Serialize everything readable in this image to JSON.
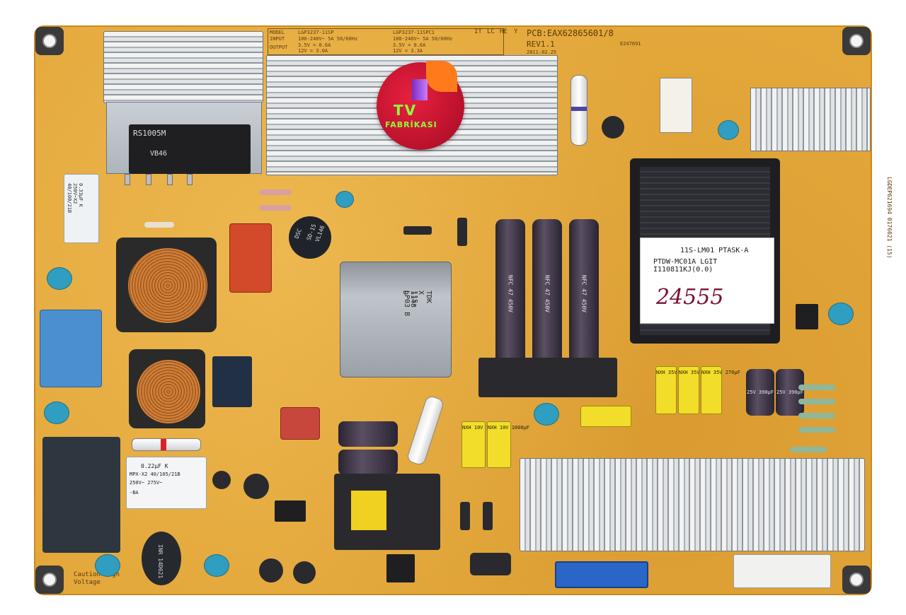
{
  "board": {
    "pcb_code": "PCB:EAX62865601/8",
    "revision": "REV1.1",
    "date": "2011.02.25",
    "label_line1": "11S-LM01 PTASK-A",
    "label_line2": "PTDW-MC01A LGIT I110811KJ(0.0)",
    "handwritten_number": "24555",
    "side_code": "LGDEP621694 0176021 (15)",
    "transformer_text": "11S-LP03  B",
    "transformer_text2": "TDK X 1148 D",
    "bridge_label": "RS1005M",
    "bridge_code": "VB46",
    "dsc_label1": "DSC",
    "dsc_label2": "SD-15",
    "dsc_label3": "VL146",
    "film_cap_top": "0.33µF K\n250V~X2\n40/100/21B",
    "film_cap_bottom_line1": "0.22µF    K",
    "film_cap_bottom_line2": "MPX-X2 40/105/21B",
    "film_cap_bottom_line3": "250V~     275V~",
    "film_cap_bottom_line4": "-BA",
    "caution_text": "Caution High Voltage",
    "ntc_text": "INR 14D621",
    "model_table": [
      "MODEL",
      "INPUT",
      "OUTPUT",
      "LGP3237-11SP",
      "100-240V~ 5A 50/60Hz",
      "3.5V = 0.6A",
      "12V = 3.0A",
      "LGP3237-11SPC1",
      "100-240V~ 5A 50/60Hz",
      "3.5V = 0.6A",
      "12V = 3.3A"
    ],
    "country_codes": [
      "IT",
      "LC",
      "HE",
      "Y"
    ],
    "cert_text": "E247691",
    "big_caps": [
      "NFC 47 450V",
      "NFC 47 450V",
      "NFC 47 450V"
    ],
    "yellow_caps": [
      "NXH 35V 270µF",
      "NXH 35V 270µF",
      "NXH 35V 270µF",
      "NXH 10V 1000µF",
      "NXH 10V 1000µF"
    ],
    "dark_caps": [
      "25V 390µF",
      "25V 390µF"
    ]
  },
  "watermark": {
    "text_top": "TV",
    "text_bottom": "FABRİKASI"
  },
  "colors": {
    "pcb": "#e3a73a",
    "heatsink": "#c8ced3",
    "label_white": "#ffffff",
    "watermark_red": "#c8102e",
    "connector_blue": "#2a66c7",
    "handwriting": "#7a1030"
  }
}
